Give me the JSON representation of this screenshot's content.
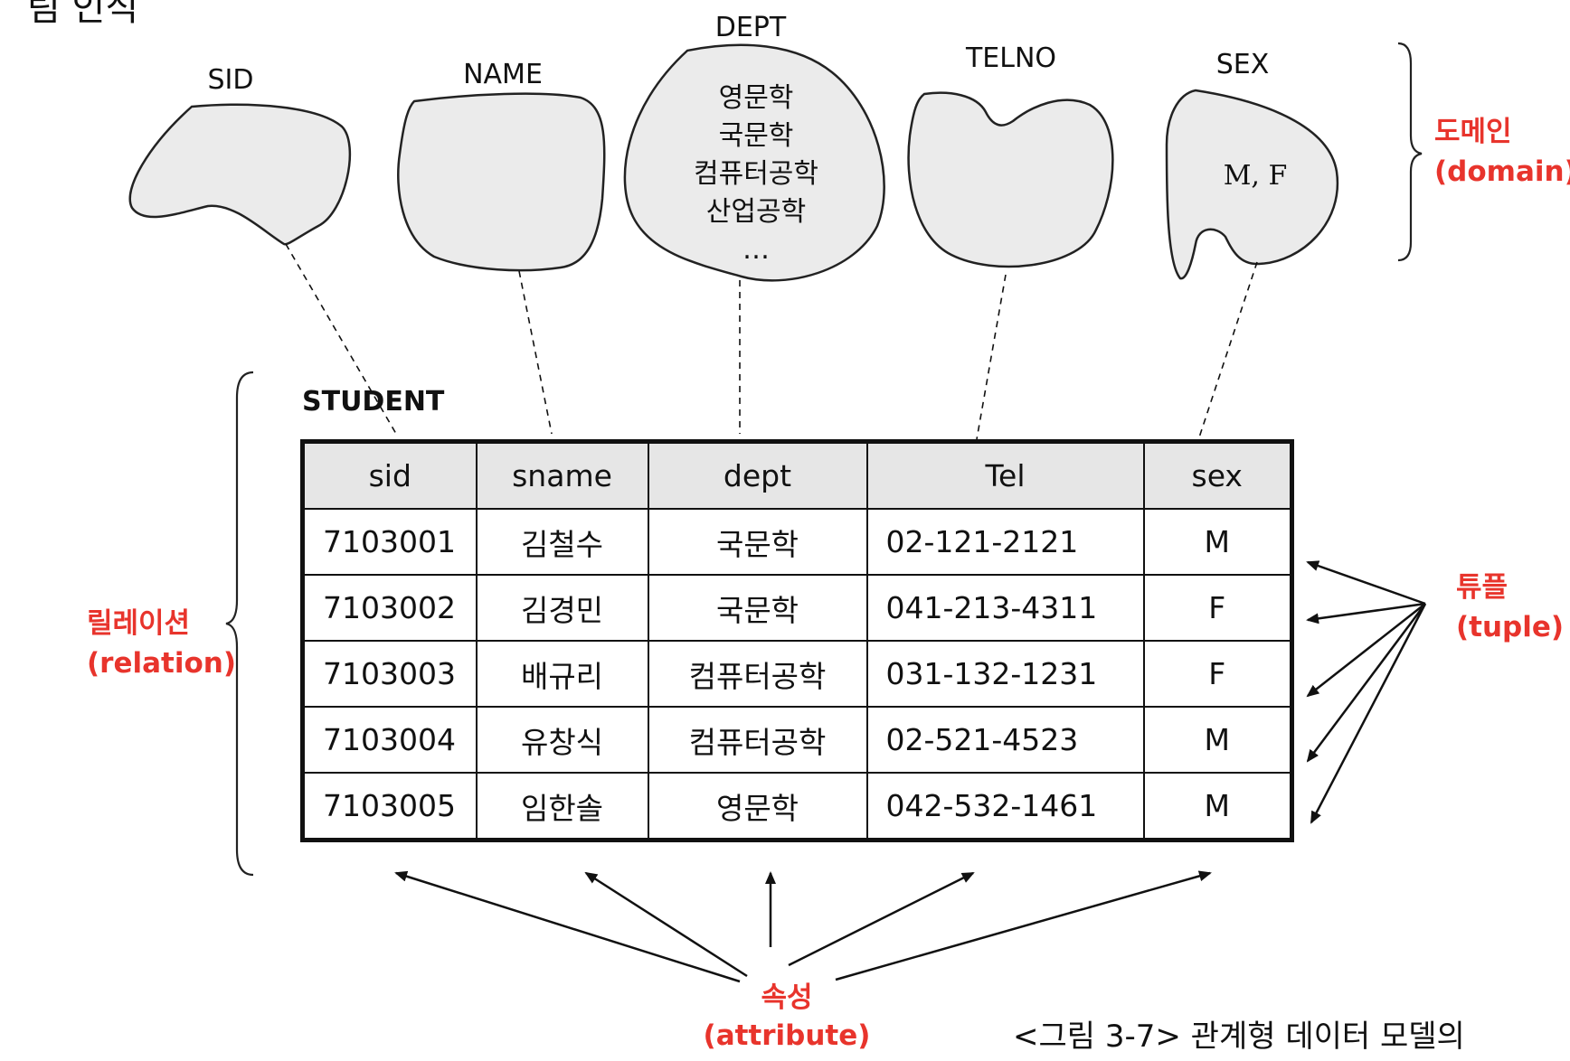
{
  "top_partial": "림 인식",
  "domains": [
    {
      "name": "SID",
      "values": []
    },
    {
      "name": "NAME",
      "values": []
    },
    {
      "name": "DEPT",
      "values": [
        "영문학",
        "국문학",
        "컴퓨터공학",
        "산업공학",
        "…"
      ]
    },
    {
      "name": "TELNO",
      "values": []
    },
    {
      "name": "SEX",
      "values": [
        "M, F"
      ]
    }
  ],
  "labels": {
    "domain_ko": "도메인",
    "domain_en": "(domain)",
    "relation_ko": "릴레이션",
    "relation_en": "(relation)",
    "tuple_ko": "튜플",
    "tuple_en": "(tuple)",
    "attribute_ko": "속성",
    "attribute_en": "(attribute)"
  },
  "relation": {
    "name": "STUDENT",
    "columns": [
      "sid",
      "sname",
      "dept",
      "Tel",
      "sex"
    ],
    "rows": [
      [
        "7103001",
        "김철수",
        "국문학",
        "02-121-2121",
        "M"
      ],
      [
        "7103002",
        "김경민",
        "국문학",
        "041-213-4311",
        "F"
      ],
      [
        "7103003",
        "배규리",
        "컴퓨터공학",
        "031-132-1231",
        "F"
      ],
      [
        "7103004",
        "유창식",
        "컴퓨터공학",
        "02-521-4523",
        "M"
      ],
      [
        "7103005",
        "임한솔",
        "영문학",
        "042-532-1461",
        "M"
      ]
    ]
  },
  "caption": "<그림 3-7> 관계형 데이터 모델의",
  "colors": {
    "accent_red": "#e8342c",
    "blob_fill": "#ebebeb",
    "header_fill": "#e6e6e6"
  }
}
